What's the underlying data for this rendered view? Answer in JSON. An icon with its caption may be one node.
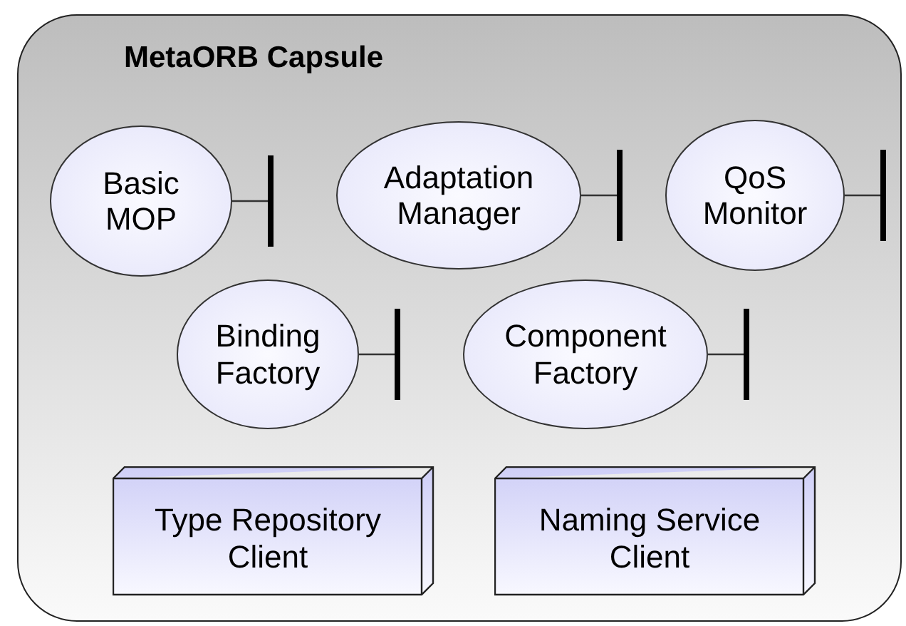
{
  "diagram": {
    "nodes": [
      {
        "text": [
          "MetaORB Capsule"
        ]
      },
      {
        "text": [
          "Basic MOP"
        ],
        "in": 0
      },
      {
        "text": [
          "Adaptation Manager"
        ],
        "in": 0
      },
      {
        "text": [
          "QoS Monitor"
        ],
        "in": 0
      },
      {
        "text": [
          "Binding Factory"
        ],
        "in": 0
      },
      {
        "text": [
          "Component Factory"
        ],
        "in": 0
      },
      {
        "text": [
          "Type Repository Client"
        ],
        "in": 0
      },
      {
        "text": [
          "Naming Service Client"
        ],
        "in": 0
      }
    ],
    "edges": [
      {
        "from": 1,
        "to": null,
        "arrow": "other"
      },
      {
        "from": 2,
        "to": null,
        "arrow": "other"
      },
      {
        "from": 3,
        "to": null,
        "arrow": "other"
      },
      {
        "from": 4,
        "to": null,
        "arrow": "other"
      },
      {
        "from": 5,
        "to": null,
        "arrow": "other"
      }
    ]
  }
}
